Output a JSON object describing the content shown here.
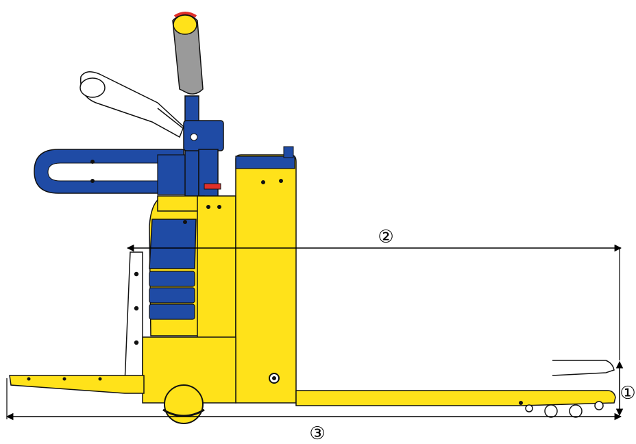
{
  "labels": {
    "dim1": "①",
    "dim2": "②",
    "dim3": "③"
  },
  "colors": {
    "body_yellow": "#FFE21A",
    "accent_blue": "#1F4BA5",
    "tiller_grey": "#9A9A9A",
    "red_button": "#E0302A",
    "outline": "#111111"
  }
}
